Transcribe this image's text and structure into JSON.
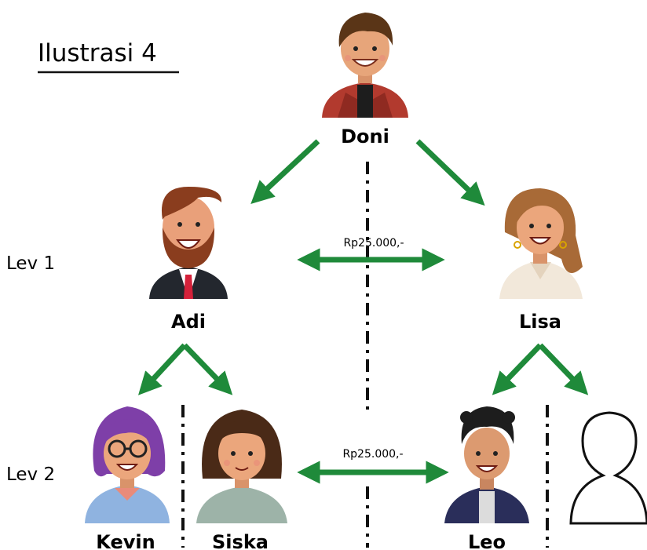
{
  "title": "Ilustrasi 4",
  "levels": {
    "lev1": "Lev 1",
    "lev2": "Lev 2"
  },
  "people": {
    "doni": "Doni",
    "adi": "Adi",
    "lisa": "Lisa",
    "kevin": "Kevin",
    "siska": "Siska",
    "leo": "Leo"
  },
  "transfers": {
    "top": "Rp25.000,-",
    "bottom": "Rp25.000,-"
  },
  "colors": {
    "arrow": "#1f8a3a",
    "text": "#111111"
  }
}
